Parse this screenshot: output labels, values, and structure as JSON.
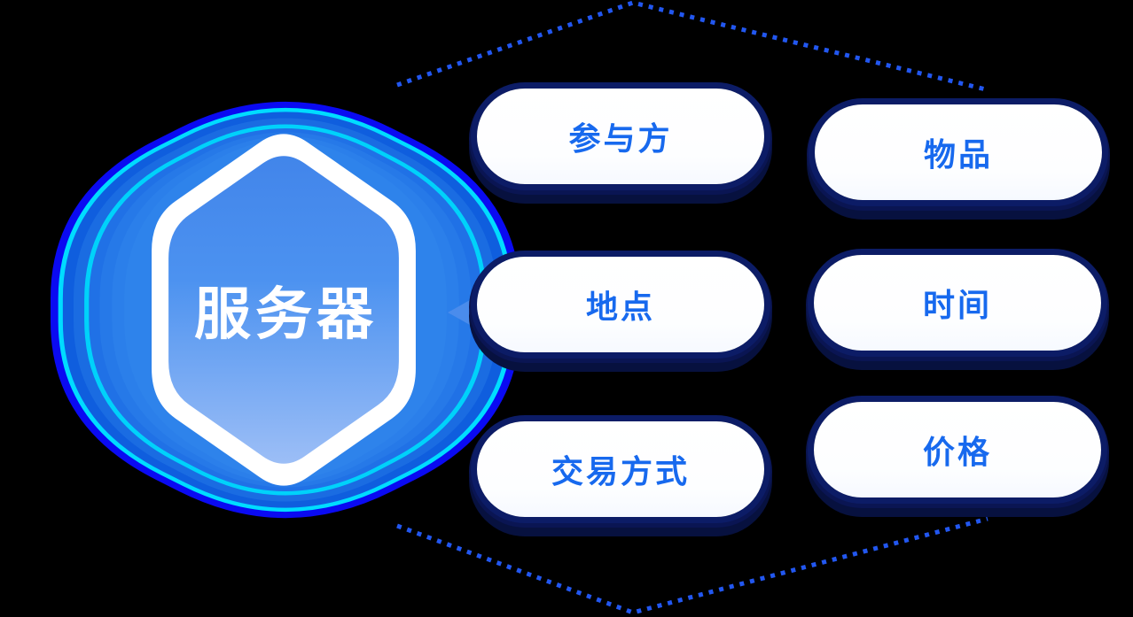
{
  "diagram": {
    "hexagon": {
      "label": "服务器"
    },
    "nodes_left": [
      {
        "label": "参与方"
      },
      {
        "label": "地点"
      },
      {
        "label": "交易方式"
      }
    ],
    "nodes_right": [
      {
        "label": "物品"
      },
      {
        "label": "时间"
      },
      {
        "label": "价格"
      }
    ],
    "colors": {
      "background": "#000000",
      "node_text": "#1769EE",
      "node_fill": "#FFFFFF",
      "node_ring_navy": "#0C1C66",
      "hexagon_text": "#FFFFFF",
      "hexagon_gradient_top": "#4285EA",
      "hexagon_gradient_bottom": "#9CBEF6",
      "hexagon_border": "#FFFFFF",
      "glow_outer_blue": "#0A0AF2",
      "glow_cyan": "#00DCFF",
      "glow_mid_blue": "#2679E8",
      "dotted_line": "#2257F0",
      "arrow": "#4A8CEC"
    }
  }
}
